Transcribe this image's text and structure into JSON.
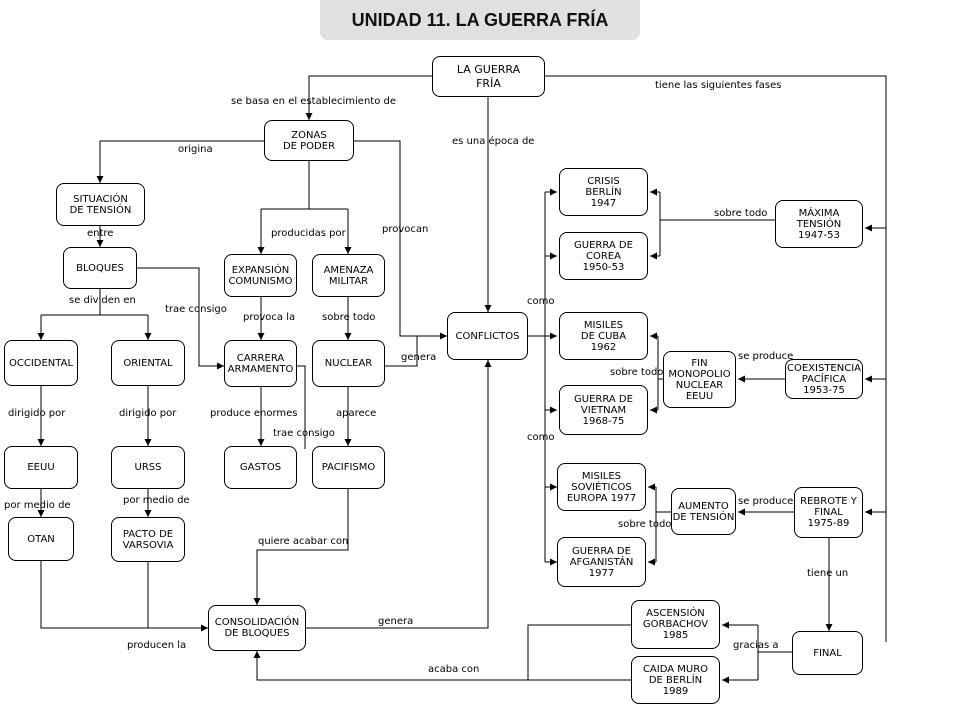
{
  "title": "UNIDAD 11. LA GUERRA FRÍA",
  "nodes": {
    "guerra_fria": "LA GUERRA\nFRÍA",
    "zonas_poder": "ZONAS\nDE PODER",
    "situacion_tension": "SITUACIÓN\nDE TENSIÓN",
    "bloques": "BLOQUES",
    "occidental": "OCCIDENTAL",
    "oriental": "ORIENTAL",
    "eeuu": "EEUU",
    "urss": "URSS",
    "otan": "OTAN",
    "pacto_varsovia": "PACTO DE\nVARSOVIA",
    "expansion_comunismo": "EXPANSIÓN\nCOMUNISMO",
    "amenaza_militar": "AMENAZA\nMILITAR",
    "carrera_armamento": "CARRERA\nARMAMENTO",
    "nuclear": "NUCLEAR",
    "gastos": "GASTOS",
    "pacifismo": "PACIFISMO",
    "consolidacion_bloques": "CONSOLIDACIÓN\nDE BLOQUES",
    "conflictos": "CONFLICTOS",
    "crisis_berlin": "CRISIS\nBERLÍN\n1947",
    "guerra_corea": "GUERRA DE\nCOREA\n1950-53",
    "misiles_cuba": "MISILES\nDE CUBA\n1962",
    "guerra_vietnam": "GUERRA DE\nVIETNAM\n1968-75",
    "misiles_sovieticos": "MISILES\nSOVIÉTICOS\nEUROPA 1977",
    "guerra_afganistan": "GUERRA DE\nAFGANISTÁN\n1977",
    "maxima_tension": "MÁXIMA\nTENSIÓN\n1947-53",
    "fin_monopolio": "FIN\nMONOPOLIO\nNUCLEAR\nEEUU",
    "coexistencia_pacifica": "COEXISTENCIA\nPACÍFICA\n1953-75",
    "aumento_tension": "AUMENTO\nDE TENSIÓN",
    "rebrote_final": "REBROTE Y\nFINAL\n1975-89",
    "ascension_gorbachov": "ASCENSIÓN\nGORBACHOV\n1985",
    "caida_muro": "CAIDA MURO\nDE BERLÍN\n1989",
    "final": "FINAL"
  },
  "labels": {
    "se_basa": "se basa en el establecimiento de",
    "tiene_fases": "tiene las siguientes fases",
    "es_epoca": "es una época de",
    "origina": "origina",
    "entre": "entre",
    "producidas_por": "producidas por",
    "provocan": "provocan",
    "se_dividen": "se dividen en",
    "trae_consigo_1": "trae consigo",
    "provoca_la": "provoca la",
    "sobre_todo_1": "sobre todo",
    "genera_1": "genera",
    "dirigido_por_1": "dirigido por",
    "dirigido_por_2": "dirigido por",
    "produce_enormes": "produce enormes",
    "aparece": "aparece",
    "trae_consigo_2": "trae consigo",
    "por_medio_1": "por medio de",
    "por_medio_2": "por medio de",
    "quiere_acabar": "quiere acabar con",
    "genera_2": "genera",
    "producen_la": "producen la",
    "acaba_con": "acaba con",
    "como_1": "como",
    "como_2": "como",
    "sobre_todo_2": "sobre todo",
    "se_produce_1": "se produce",
    "sobre_todo_3": "sobre todo",
    "se_produce_2": "se produce",
    "sobre_todo_4": "sobre todo",
    "tiene_un": "tiene un",
    "gracias_a": "gracias a"
  }
}
